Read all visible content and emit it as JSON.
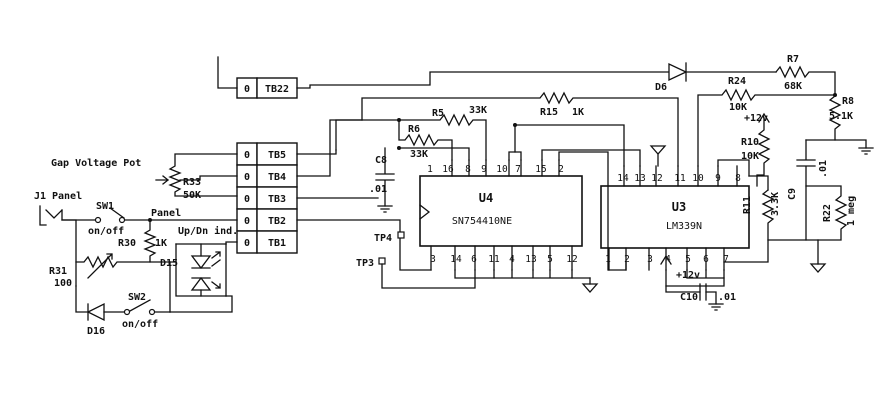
{
  "connectors": [
    {
      "id": "TB22",
      "label": "TB22",
      "index": "0"
    },
    {
      "id": "TB5",
      "label": "TB5",
      "index": "0"
    },
    {
      "id": "TB4",
      "label": "TB4",
      "index": "0"
    },
    {
      "id": "TB3",
      "label": "TB3",
      "index": "0"
    },
    {
      "id": "TB2",
      "label": "TB2",
      "index": "0"
    },
    {
      "id": "TB1",
      "label": "TB1",
      "index": "0"
    }
  ],
  "chips": {
    "u4": {
      "name": "U4",
      "part": "SN754410NE",
      "top_pins": [
        "16",
        "8",
        "9",
        "10",
        "7",
        "15",
        "2"
      ],
      "bottom_pins": [
        "3",
        "14",
        "6",
        "11",
        "4",
        "13",
        "5",
        "12"
      ],
      "left_pin": "1"
    },
    "u3": {
      "name": "U3",
      "part": "LM339N",
      "top_pins": [
        "14",
        "13",
        "12",
        "11",
        "10",
        "9",
        "8"
      ],
      "bottom_pins": [
        "1",
        "2",
        "3",
        "4",
        "5",
        "6",
        "7"
      ]
    }
  },
  "components": {
    "r5": {
      "name": "R5",
      "value": "33K"
    },
    "r6": {
      "name": "R6",
      "value": "33K"
    },
    "r15": {
      "name": "R15",
      "value": "1K"
    },
    "r7": {
      "name": "R7",
      "value": "68K"
    },
    "r24": {
      "name": "R24",
      "value": "10K"
    },
    "r8": {
      "name": "R8",
      "value": "5.1K"
    },
    "r10": {
      "name": "R10",
      "value": "10K"
    },
    "r11": {
      "name": "R11",
      "value": "3.3K"
    },
    "r22": {
      "name": "R22",
      "value": "1 meg"
    },
    "r30": {
      "name": "R30",
      "value": "1K"
    },
    "r31": {
      "name": "R31",
      "value": "100"
    },
    "r33": {
      "name": "R33",
      "value": "50K"
    },
    "c8": {
      "name": "C8",
      "value": ".01"
    },
    "c9": {
      "name": "C9",
      "value": ".01"
    },
    "c10": {
      "name": "C10",
      "value": ".01"
    },
    "d6": {
      "name": "D6"
    },
    "d15": {
      "name": "D15"
    },
    "d16": {
      "name": "D16"
    },
    "sw1": {
      "name": "SW1",
      "state": "on/off"
    },
    "sw2": {
      "name": "SW2",
      "state": "on/off"
    },
    "j1": {
      "name": "J1",
      "location": "Panel"
    },
    "tp3": {
      "name": "TP3"
    },
    "tp4": {
      "name": "TP4"
    }
  },
  "labels": {
    "gap_pot": "Gap Voltage Pot",
    "panel": "Panel",
    "updn": "Up/Dn ind.",
    "plus12_a": "+12v",
    "plus12_b": "+12v"
  }
}
